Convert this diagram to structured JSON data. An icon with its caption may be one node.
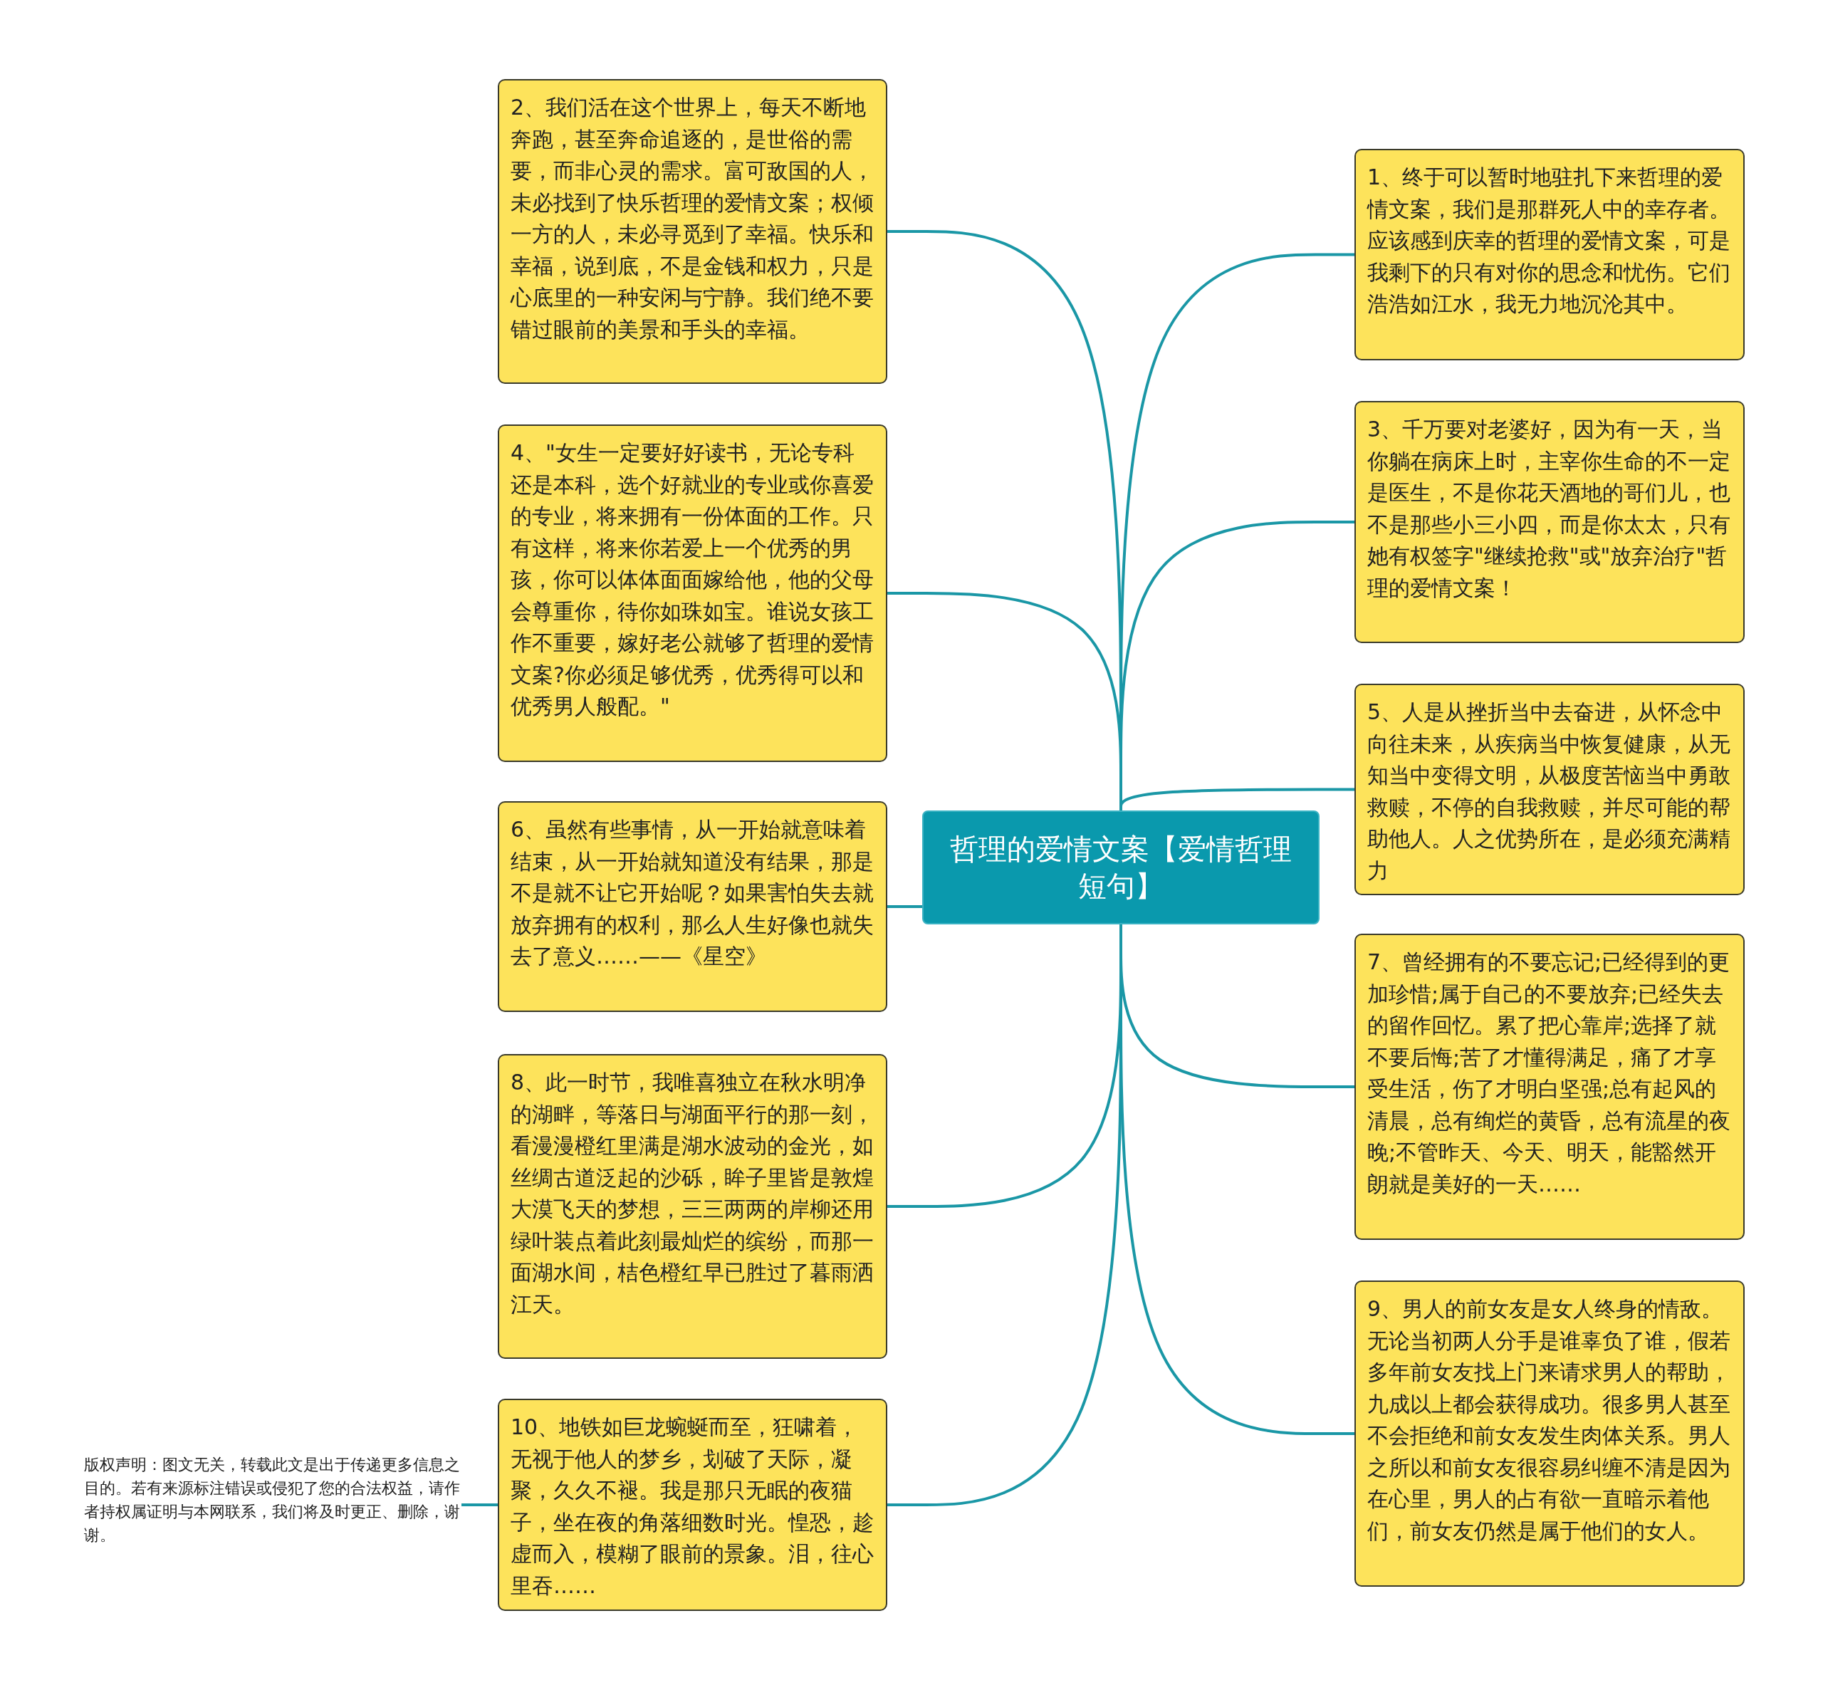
{
  "diagram": {
    "nodes": [
      {
        "text": [
          "哲理的爱情文案【爱情哲理短句】"
        ]
      },
      {
        "text": [
          "1、终于可以暂时地驻扎下来哲理的爱情文案，我们是那群死人中的幸存者。应该感到庆幸的哲理的爱情文案，可是我剩下的只有对你的思念和忧伤。它们浩浩如江水，我无力地沉沦其中。"
        ]
      },
      {
        "text": [
          "2、我们活在这个世界上，每天不断地奔跑，甚至奔命追逐的，是世俗的需要，而非心灵的需求。富可敌国的人，未必找到了快乐哲理的爱情文案；权倾一方的人，未必寻觅到了幸福。快乐和幸福，说到底，不是金钱和权力，只是心底里的一种安闲与宁静。我们绝不要错过眼前的美景和手头的幸福。"
        ]
      },
      {
        "text": [
          "3、千万要对老婆好，因为有一天，当你躺在病床上时，主宰你生命的不一定是医生，不是你花天酒地的哥们儿，也不是那些小三小四，而是你太太，只有她有权签字\"继续抢救\"或\"放弃治疗\"哲理的爱情文案！"
        ]
      },
      {
        "text": [
          "4、\"女生一定要好好读书，无论专科还是本科，选个好就业的专业或你喜爱的专业，将来拥有一份体面的工作。只有这样，将来你若爱上一个优秀的男孩，你可以体体面面嫁给他，他的父母会尊重你，待你如珠如宝。谁说女孩工作不重要，嫁好老公就够了哲理的爱情文案?你必须足够优秀，优秀得可以和优秀男人般配。\""
        ]
      },
      {
        "text": [
          "5、人是从挫折当中去奋进，从怀念中向往未来，从疾病当中恢复健康，从无知当中变得文明，从极度苦恼当中勇敢救赎，不停的自我救赎，并尽可能的帮助他人。人之优势所在，是必须充满精力"
        ]
      },
      {
        "text": [
          "6、虽然有些事情，从一开始就意味着结束，从一开始就知道没有结果，那是不是就不让它开始呢？如果害怕失去就放弃拥有的权利，那么人生好像也就失去了意义……——《星空》"
        ]
      },
      {
        "text": [
          "7、曾经拥有的不要忘记;已经得到的更加珍惜;属于自己的不要放弃;已经失去的留作回忆。累了把心靠岸;选择了就不要后悔;苦了才懂得满足，痛了才享受生活，伤了才明白坚强;总有起风的清晨，总有绚烂的黄昏，总有流星的夜晚;不管昨天、今天、明天，能豁然开朗就是美好的一天……"
        ]
      },
      {
        "text": [
          "8、此一时节，我唯喜独立在秋水明净的湖畔，等落日与湖面平行的那一刻，看漫漫橙红里满是湖水波动的金光，如丝绸古道泛起的沙砾，眸子里皆是敦煌大漠飞天的梦想，三三两两的岸柳还用绿叶装点着此刻最灿烂的缤纷，而那一面湖水间，桔色橙红早已胜过了暮雨洒江天。"
        ]
      },
      {
        "text": [
          "9、男人的前女友是女人终身的情敌。无论当初两人分手是谁辜负了谁，假若多年前女友找上门来请求男人的帮助，九成以上都会获得成功。很多男人甚至不会拒绝和前女友发生肉体关系。男人之所以和前女友很容易纠缠不清是因为在心里，男人的占有欲一直暗示着他们，前女友仍然是属于他们的女人。"
        ]
      },
      {
        "text": [
          "10、地铁如巨龙蜿蜒而至，狂啸着，无视于他人的梦乡，划破了天际，凝聚，久久不褪。我是那只无眠的夜猫子，坐在夜的角落细数时光。惶恐，趁虚而入，模糊了眼前的景象。泪，往心里吞……"
        ]
      },
      {
        "text": [
          "版权声明：图文无关，转载此文是出于传递更多信息之目的。若有来源标注错误或侵犯了您的合法权益，请作者持权属证明与本网联系，我们将及时更正、删除，谢谢。"
        ]
      }
    ],
    "edges": [
      {
        "from": 0,
        "to": 1,
        "arrow": "none"
      },
      {
        "from": 0,
        "to": 2,
        "arrow": "none"
      },
      {
        "from": 0,
        "to": 3,
        "arrow": "none"
      },
      {
        "from": 0,
        "to": 4,
        "arrow": "none"
      },
      {
        "from": 0,
        "to": 5,
        "arrow": "none"
      },
      {
        "from": 0,
        "to": 6,
        "arrow": "none"
      },
      {
        "from": 0,
        "to": 7,
        "arrow": "none"
      },
      {
        "from": 0,
        "to": 8,
        "arrow": "none"
      },
      {
        "from": 0,
        "to": 9,
        "arrow": "none"
      },
      {
        "from": 0,
        "to": 10,
        "arrow": "none"
      },
      {
        "from": 11,
        "to": 10,
        "arrow": "none"
      }
    ]
  }
}
